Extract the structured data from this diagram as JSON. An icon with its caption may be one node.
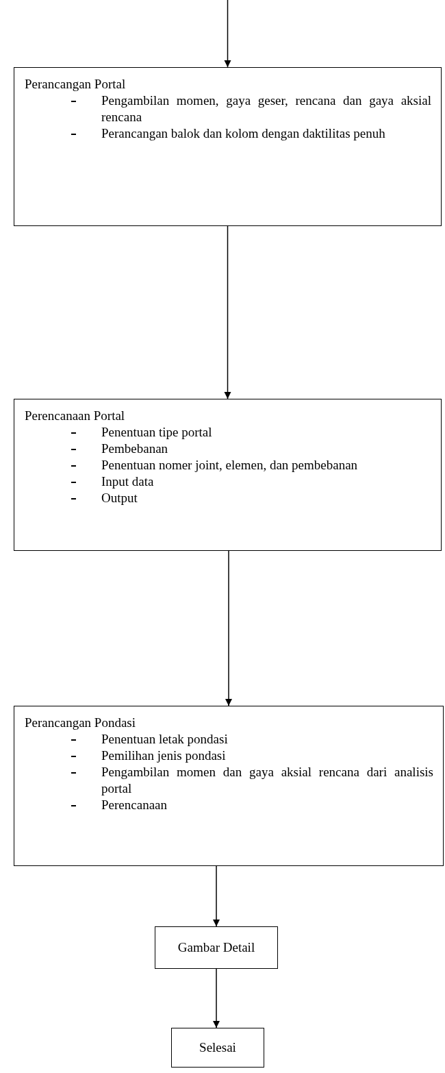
{
  "diagram": {
    "nodes": [
      {
        "text": [
          "Perancangan Portal",
          "Pengambilan momen, gaya geser, rencana dan gaya aksial rencana",
          "Perancangan balok dan kolom dengan daktilitas penuh"
        ]
      },
      {
        "text": [
          "Perencanaan Portal",
          "Penentuan tipe portal",
          "Pembebanan",
          "Penentuan nomer joint, elemen, dan pembebanan",
          "Input data",
          "Output"
        ]
      },
      {
        "text": [
          "Perancangan Pondasi",
          "Penentuan letak pondasi",
          "Pemilihan jenis pondasi",
          "Pengambilan momen dan gaya aksial rencana dari analisis portal",
          "Perencanaan"
        ]
      },
      {
        "text": [
          "Gambar Detail"
        ]
      },
      {
        "text": [
          "Selesai"
        ]
      }
    ],
    "edges": [
      {
        "from": null,
        "to": 0,
        "arrow": "to"
      },
      {
        "from": 0,
        "to": 1,
        "arrow": "to"
      },
      {
        "from": 1,
        "to": 2,
        "arrow": "to"
      },
      {
        "from": 2,
        "to": 3,
        "arrow": "to"
      },
      {
        "from": 3,
        "to": 4,
        "arrow": "to"
      }
    ]
  }
}
